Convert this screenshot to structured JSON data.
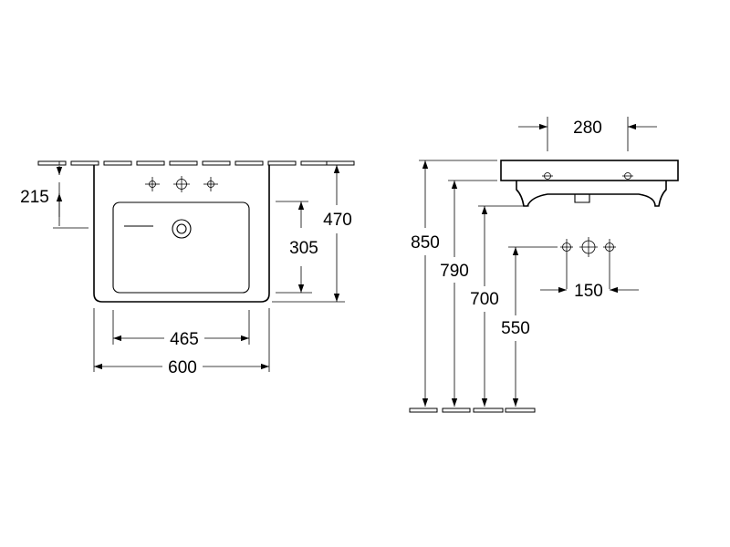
{
  "front_view": {
    "dim_tap_height": "215",
    "dim_bowl_depth": "305",
    "dim_total_depth": "470",
    "dim_bowl_width": "465",
    "dim_total_width": "600"
  },
  "side_view": {
    "dim_top_width": "280",
    "dim_tap_spacing": "150",
    "dim_floor_850": "850",
    "dim_floor_790": "790",
    "dim_floor_700": "700",
    "dim_floor_550": "550"
  }
}
